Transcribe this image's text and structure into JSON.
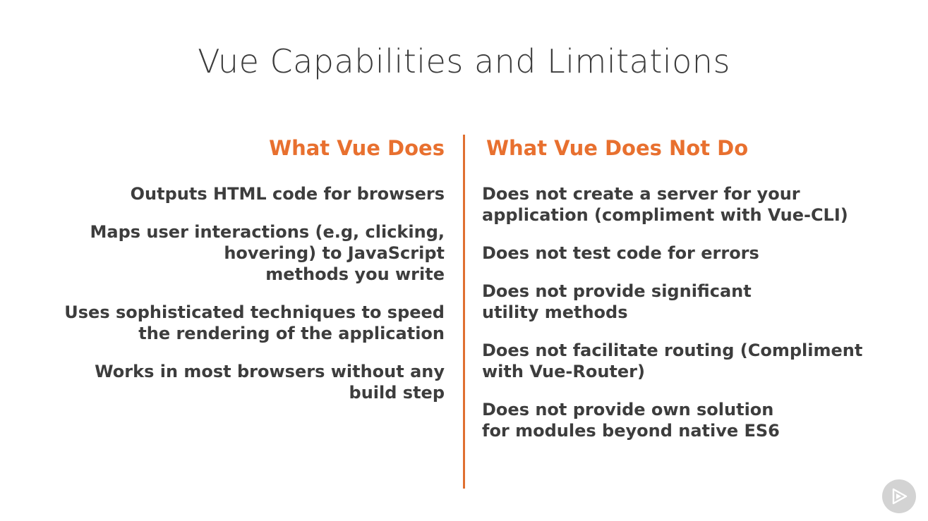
{
  "slide": {
    "title": "Vue Capabilities and Limitations"
  },
  "left_column": {
    "heading": "What Vue Does",
    "items": [
      "Outputs HTML code for browsers",
      "Maps user interactions (e.g, clicking,\nhovering) to JavaScript\nmethods you write",
      "Uses sophisticated techniques to speed\nthe rendering of the application",
      "Works in most browsers without any\nbuild step"
    ]
  },
  "right_column": {
    "heading": "What Vue Does Not Do",
    "items": [
      "Does not create a server for your\napplication (compliment with Vue-CLI)",
      "Does not test code for errors",
      "Does not provide significant\nutility methods",
      "Does not facilitate routing (Compliment\nwith Vue-Router)",
      "Does not provide own solution\nfor modules beyond native ES6"
    ]
  },
  "colors": {
    "accent": "#e8702f",
    "text": "#3d3d3d",
    "badge": "#d3d3d3"
  },
  "icons": {
    "badge": "play-logo-icon"
  }
}
